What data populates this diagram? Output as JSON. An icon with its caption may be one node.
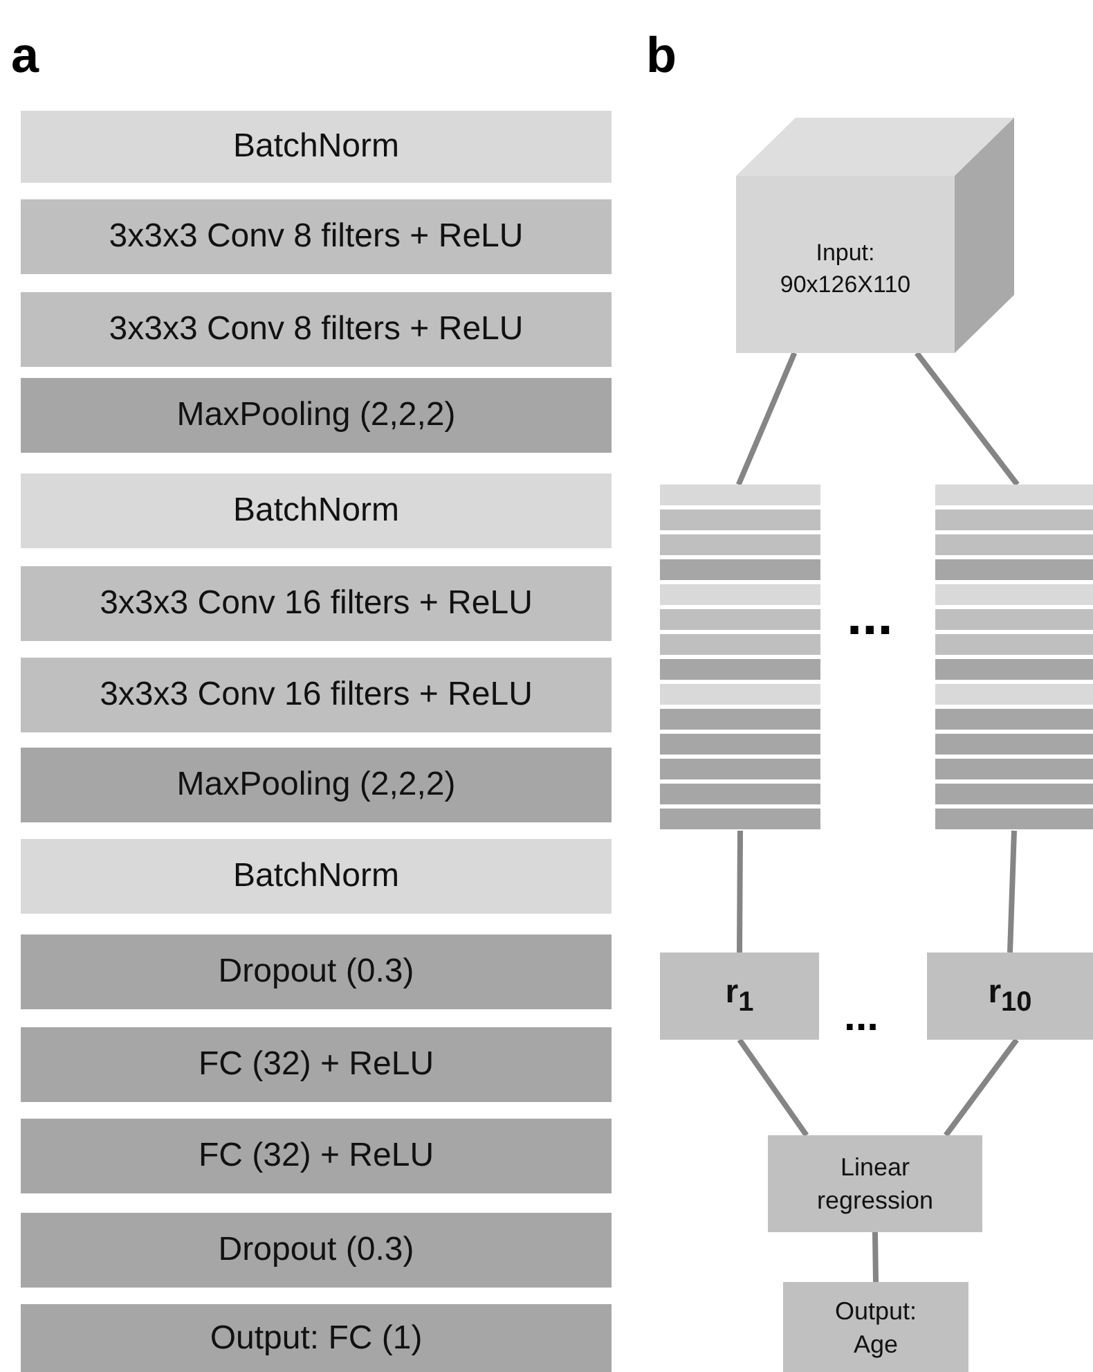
{
  "diagram": {
    "nodes": [
      {
        "text": [
          "BatchNorm"
        ]
      },
      {
        "text": [
          "3x3x3 Conv 8 filters + ReLU"
        ]
      },
      {
        "text": [
          "3x3x3 Conv 8 filters + ReLU"
        ]
      },
      {
        "text": [
          "MaxPooling (2,2,2)"
        ]
      },
      {
        "text": [
          "BatchNorm"
        ]
      },
      {
        "text": [
          "3x3x3 Conv 16 filters + ReLU"
        ]
      },
      {
        "text": [
          "3x3x3 Conv 16 filters + ReLU"
        ]
      },
      {
        "text": [
          "MaxPooling (2,2,2)"
        ]
      },
      {
        "text": [
          "BatchNorm"
        ]
      },
      {
        "text": [
          "Dropout (0.3)"
        ]
      },
      {
        "text": [
          "FC (32) + ReLU"
        ]
      },
      {
        "text": [
          "FC (32) + ReLU"
        ]
      },
      {
        "text": [
          "Dropout (0.3)"
        ]
      },
      {
        "text": [
          "Output: FC (1)"
        ]
      },
      {
        "text": [
          "Input: 90x126X110"
        ]
      },
      {
        "text": [],
        "shape": "box"
      },
      {
        "text": [],
        "shape": "box"
      },
      {
        "text": [
          "r$_{1}$"
        ]
      },
      {
        "text": [
          "r$_{10}$"
        ]
      },
      {
        "text": [
          "Linear regression"
        ]
      },
      {
        "text": [
          "Output: Age"
        ]
      }
    ],
    "edges": [
      {
        "from": 14,
        "to": 15,
        "arrow": "none"
      },
      {
        "from": 14,
        "to": 16,
        "arrow": "none"
      },
      {
        "from": 15,
        "to": 17,
        "arrow": "none"
      },
      {
        "from": 16,
        "to": 18,
        "arrow": "none"
      },
      {
        "from": 17,
        "to": 19,
        "arrow": "none"
      },
      {
        "from": 18,
        "to": 19,
        "arrow": "none"
      },
      {
        "from": 19,
        "to": 20,
        "arrow": "none"
      }
    ],
    "labels": [
      "a",
      "b",
      "...",
      "..."
    ]
  }
}
